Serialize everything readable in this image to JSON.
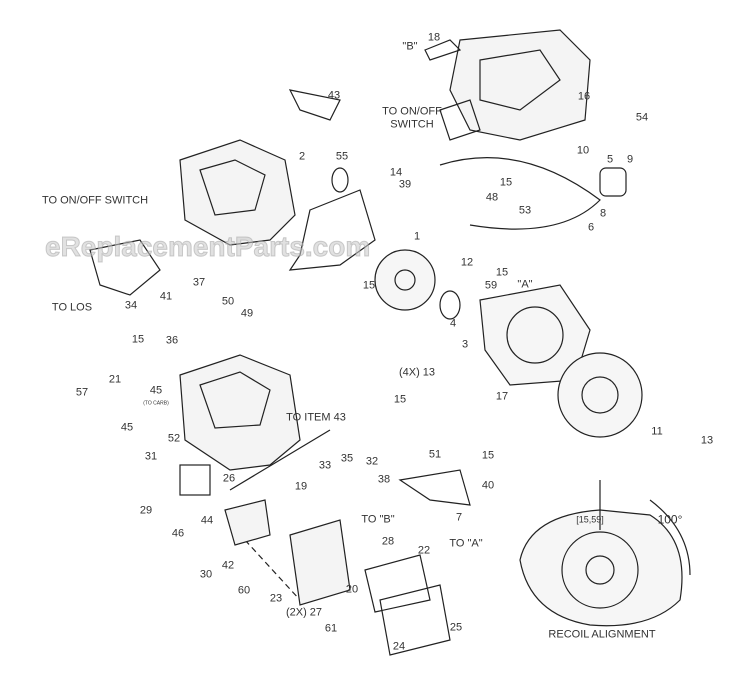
{
  "watermark": "eReplacementParts.com",
  "annotations": {
    "to_on_off_switch_top_line1": "TO ON/OFF",
    "to_on_off_switch_top_line2": "SWITCH",
    "to_on_off_switch_left": "TO ON/OFF SWITCH",
    "to_los": "TO LOS",
    "to_item_43": "TO ITEM 43",
    "to_b": "TO \"B\"",
    "to_a": "TO \"A\"",
    "marker_b": "\"B\"",
    "marker_a": "\"A\"",
    "to_carb": "(TO CARB)",
    "recoil_ref": "[15,59]",
    "recoil_angle": "100°",
    "recoil_title": "RECOIL ALIGNMENT"
  },
  "parts": [
    "18",
    "43",
    "16",
    "54",
    "2",
    "55",
    "14",
    "10",
    "5",
    "9",
    "15",
    "39",
    "48",
    "53",
    "8",
    "6",
    "1",
    "12",
    "15",
    "59",
    "37",
    "41",
    "34",
    "50",
    "49",
    "15",
    "15",
    "4",
    "3",
    "(4X) 13",
    "36",
    "15",
    "17",
    "11",
    "13",
    "21",
    "57",
    "45",
    "45",
    "52",
    "31",
    "33",
    "35",
    "32",
    "51",
    "15",
    "26",
    "19",
    "38",
    "40",
    "29",
    "44",
    "46",
    "7",
    "28",
    "22",
    "30",
    "42",
    "60",
    "23",
    "20",
    "(2X) 27",
    "61",
    "25",
    "24"
  ]
}
